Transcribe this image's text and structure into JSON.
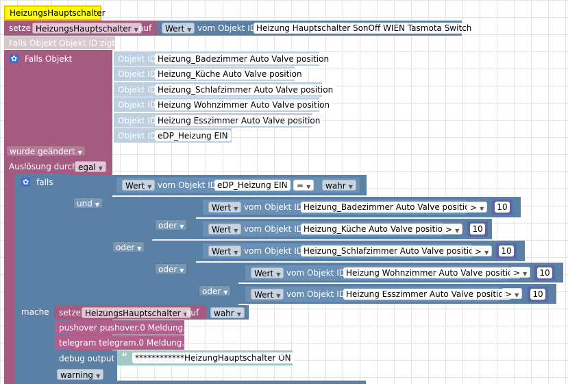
{
  "hat": {
    "title": "HeizungsHauptschalter"
  },
  "top_setze": {
    "setze": "setze",
    "var": "HeizungsHauptschalter",
    "auf": "auf",
    "wert": "Wert",
    "vom": "vom Objekt ID",
    "id": "Heizung Hauptschalter SonOff WIEN Tasmota Switch"
  },
  "falls_comment": "Falls Objekt Objekt ID zigb...",
  "trigger": {
    "falls_objekt": "Falls Objekt",
    "objekt_id_label": "Objekt ID",
    "ids": [
      "Heizung_Badezimmer Auto Valve position",
      "Heizung_Küche Auto Valve position",
      "Heizung_Schlafzimmer Auto Valve position",
      "Heizung Wohnzimmer Auto Valve position",
      "Heizung Esszimmer Auto Valve position",
      "eDP_Heizung EIN"
    ],
    "wurde": "wurde geändert",
    "ausloesung": "Auslösung durch",
    "egal": "egal"
  },
  "if_block": {
    "falls": "falls",
    "und": "und",
    "oder": "oder",
    "mache": "mache",
    "wert": "Wert",
    "vom": "vom Objekt ID",
    "eq": "=",
    "gt": ">",
    "wahr": "wahr",
    "cond_main_id": "eDP_Heizung EIN",
    "conds": [
      {
        "id": "Heizung_Badezimmer Auto Valve position",
        "value": "10"
      },
      {
        "id": "Heizung_Küche Auto Valve position",
        "value": "10"
      },
      {
        "id": "Heizung_Schlafzimmer Auto Valve position",
        "value": "10"
      },
      {
        "id": "Heizung Wohnzimmer Auto Valve position",
        "value": "10"
      },
      {
        "id": "Heizung Esszimmer Auto Valve position",
        "value": "10"
      }
    ]
  },
  "actions": {
    "setze": "setze",
    "var": "HeizungsHauptschalter",
    "auf": "auf",
    "wahr": "wahr",
    "pushover": "pushover pushover.0 Meldung...",
    "telegram": "telegram telegram.0 Meldung...",
    "debug": "debug output",
    "debug_text": "************HeizungHauptschalter ON",
    "warning": "warning"
  },
  "colors": {
    "event_block": "#a55b80",
    "logic_block": "#5b80a5",
    "hat": "#ffff00"
  }
}
